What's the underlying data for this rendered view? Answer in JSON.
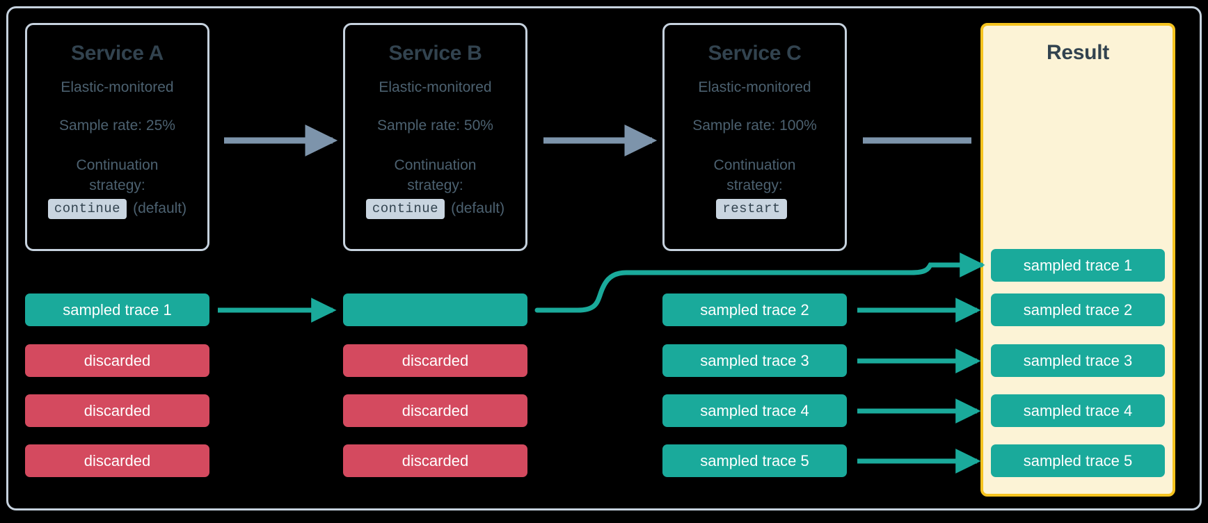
{
  "diagram": {
    "title": "Elastic APM distributed tracing sampling flow",
    "colors": {
      "frame_border": "#C6D2DE",
      "card_border": "#C6D2DE",
      "heading_text": "#32434F",
      "body_text": "#4C6170",
      "sampled_teal": "#1AAA9B",
      "discarded_red": "#D44A5F",
      "result_fill": "#FCF3D6",
      "result_border": "#F5C31F",
      "gray_arrow": "#7D94AB",
      "badge_bg": "#C9D5E0",
      "background": "#000000"
    }
  },
  "services": [
    {
      "name": "Service A",
      "subtitle": "Elastic-monitored",
      "sample_rate": "Sample rate: 25%",
      "strategy_label": "Continuation strategy:",
      "strategy_value": "continue",
      "strategy_note": "(default)"
    },
    {
      "name": "Service B",
      "subtitle": "Elastic-monitored",
      "sample_rate": "Sample rate: 50%",
      "strategy_label": "Continuation strategy:",
      "strategy_value": "continue",
      "strategy_note": "(default)"
    },
    {
      "name": "Service C",
      "subtitle": "Elastic-monitored",
      "sample_rate": "Sample rate: 100%",
      "strategy_label": "Continuation strategy:",
      "strategy_value": "restart",
      "strategy_note": ""
    }
  ],
  "result": {
    "title": "Result",
    "traces": [
      "sampled trace 1",
      "sampled trace 2",
      "sampled trace 3",
      "sampled trace 4",
      "sampled trace 5"
    ]
  },
  "columns": {
    "service_a_traces": [
      {
        "label": "sampled trace 1",
        "state": "sampled"
      },
      {
        "label": "discarded",
        "state": "discarded"
      },
      {
        "label": "discarded",
        "state": "discarded"
      },
      {
        "label": "discarded",
        "state": "discarded"
      }
    ],
    "service_b_traces": [
      {
        "label": "",
        "state": "sampled"
      },
      {
        "label": "discarded",
        "state": "discarded"
      },
      {
        "label": "discarded",
        "state": "discarded"
      },
      {
        "label": "discarded",
        "state": "discarded"
      }
    ],
    "service_c_traces": [
      {
        "label": "sampled trace 2",
        "state": "sampled"
      },
      {
        "label": "sampled trace 3",
        "state": "sampled"
      },
      {
        "label": "sampled trace 4",
        "state": "sampled"
      },
      {
        "label": "sampled trace 5",
        "state": "sampled"
      }
    ]
  }
}
